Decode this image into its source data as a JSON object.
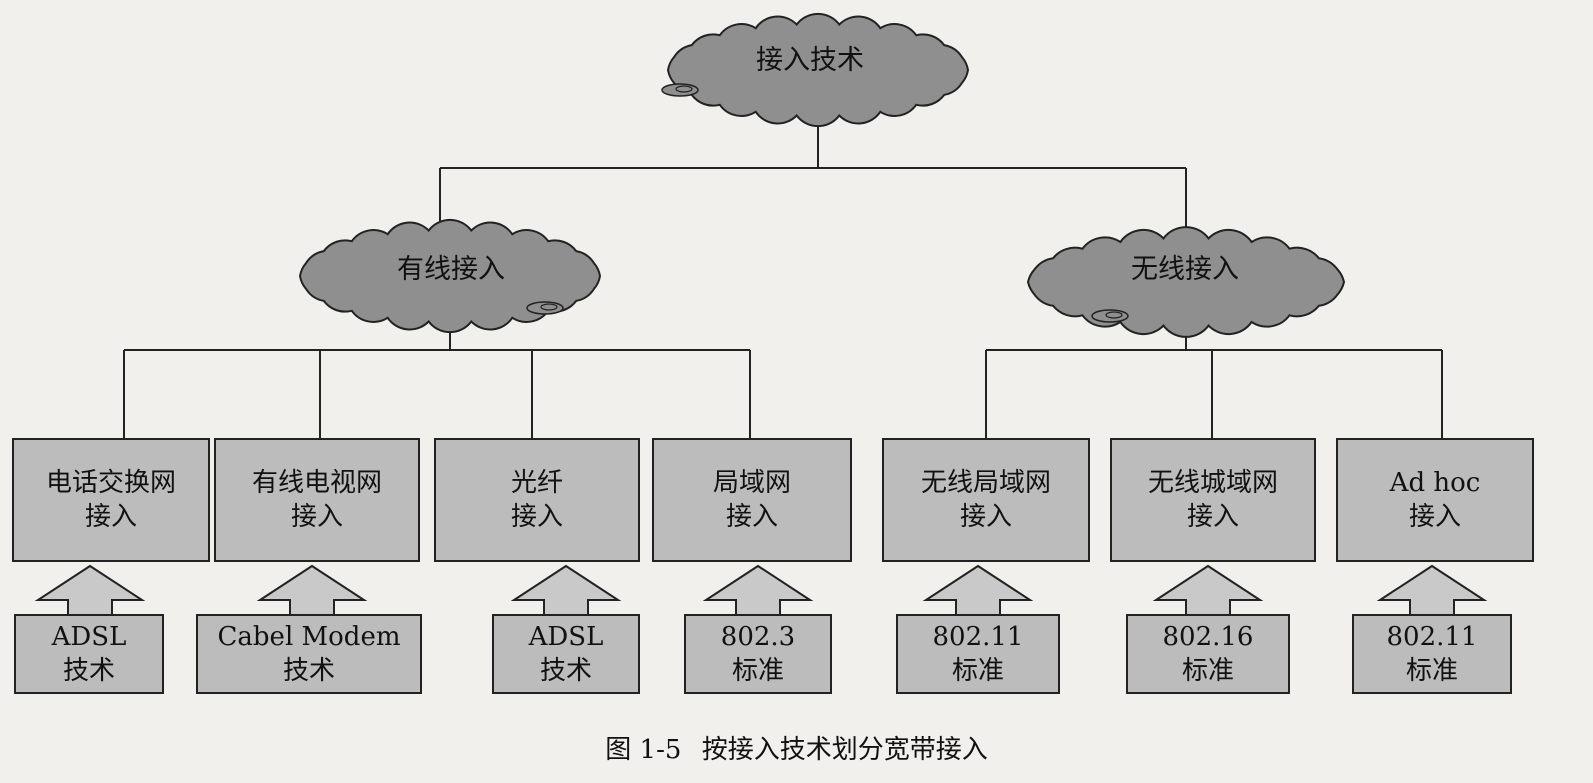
{
  "diagram": {
    "root": {
      "label": "接入技术"
    },
    "branches": [
      {
        "label": "有线接入",
        "children": [
          {
            "lines": [
              "电话交换网",
              "接入"
            ],
            "tech": [
              "ADSL",
              "技术"
            ]
          },
          {
            "lines": [
              "有线电视网",
              "接入"
            ],
            "tech": [
              "Cabel Modem",
              "技术"
            ]
          },
          {
            "lines": [
              "光纤",
              "接入"
            ],
            "tech": [
              "ADSL",
              "技术"
            ]
          },
          {
            "lines": [
              "局域网",
              "接入"
            ],
            "tech": [
              "802.3",
              "标准"
            ]
          }
        ]
      },
      {
        "label": "无线接入",
        "children": [
          {
            "lines": [
              "无线局域网",
              "接入"
            ],
            "tech": [
              "802.11",
              "标准"
            ]
          },
          {
            "lines": [
              "无线城域网",
              "接入"
            ],
            "tech": [
              "802.16",
              "标准"
            ]
          },
          {
            "lines": [
              "Ad hoc",
              "接入"
            ],
            "tech": [
              "802.11",
              "标准"
            ]
          }
        ]
      }
    ],
    "caption": {
      "number": "图 1-5",
      "text": "按接入技术划分宽带接入"
    }
  },
  "colors": {
    "cloud_fill": "#8f8f8f",
    "box_fill": "#bcbcbc",
    "arrow_fill": "#c9c9c9",
    "line": "#222222"
  }
}
